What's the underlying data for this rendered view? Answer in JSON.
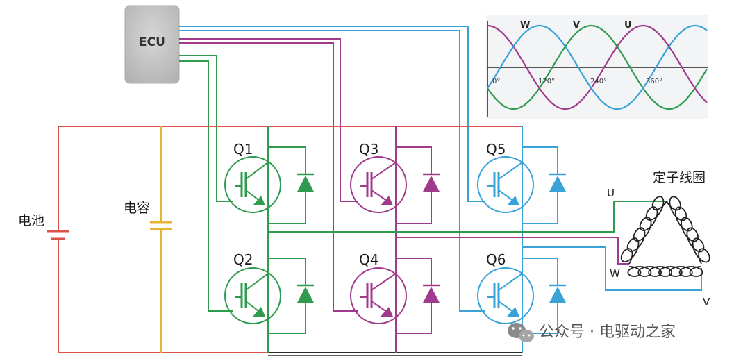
{
  "labels": {
    "ecu": "ECU",
    "battery": "电池",
    "capacitor": "电容",
    "stator": "定子线圈",
    "q1": "Q1",
    "q2": "Q2",
    "q3": "Q3",
    "q4": "Q4",
    "q5": "Q5",
    "q6": "Q6",
    "phase_u": "U",
    "phase_v": "V",
    "phase_w": "W"
  },
  "waveform": {
    "labels": {
      "w": "W",
      "v": "V",
      "u": "U"
    },
    "ticks": [
      "0°",
      "120°",
      "240°",
      "360°"
    ]
  },
  "watermark": {
    "text": "公众号 · 电驱动之家",
    "icon": "wechat-icon"
  },
  "colors": {
    "phase_u": "#2e9b4e",
    "phase_v": "#a03a8c",
    "phase_w": "#39a3d8",
    "dc_positive": "#d9534a",
    "dc_negative": "#2a2a2a",
    "capacitor": "#e8b233",
    "ecu": "#c4c4c4"
  }
}
